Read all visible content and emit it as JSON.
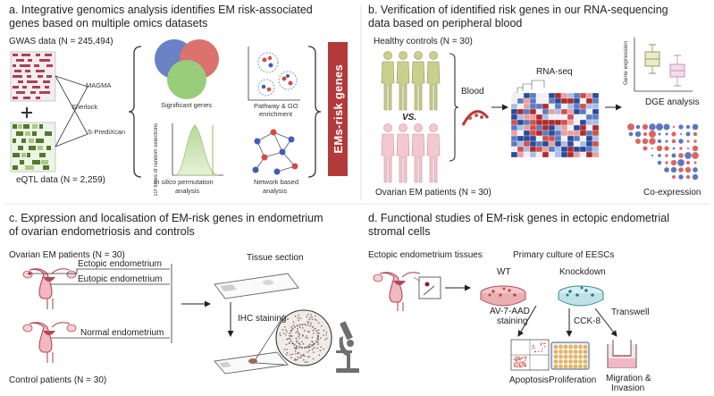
{
  "panel_a": {
    "title_line1": "a. Integrative genomics analysis identifies EM risk-associated",
    "title_line2": "genes based on multiple omics datasets",
    "gwas_label": "GWAS data (N = 245,494)",
    "eqtl_label": "eQTL data (N = 2,259)",
    "methods": [
      "MAGMA",
      "Sherlock",
      "S-PrediXcan"
    ],
    "significant_genes": "Significant genes",
    "permutation_axis": "10³ times of random selections",
    "permutation_label_italic": "In silico",
    "permutation_label_rest": " permutation",
    "permutation_label_line2": "analysis",
    "pathway_line1": "Pathway & GO",
    "pathway_line2": "enrichment",
    "network_line1": "Network based",
    "network_line2": "analysis",
    "risk_genes": "EMs-risk genes"
  },
  "panel_b": {
    "title_line1": "b. Verification of identified risk genes in our RNA-sequencing",
    "title_line2": "data based on peripheral blood",
    "healthy_label": "Healthy controls (N = 30)",
    "vs_label": "VS.",
    "patients_label": "Ovarian EM patients (N = 30)",
    "blood_label": "Blood",
    "rnaseq_label": "RNA-seq",
    "gene_expression_axis": "Gene expression",
    "dge_label": "DGE analysis",
    "coexpression_label": "Co-expression"
  },
  "panel_c": {
    "title_line1": "c. Expression and localisation of EM-risk genes in endometrium",
    "title_line2": "of ovarian endometriosis and controls",
    "patients_label": "Ovarian EM patients (N = 30)",
    "ectopic_label": "Ectopic endometrium",
    "eutopic_label": "Eutopic endometrium",
    "normal_label": "Normal endometrium",
    "control_label": "Control patients (N = 30)",
    "tissue_label": "Tissue section",
    "ihc_label": "IHC staining"
  },
  "panel_d": {
    "title_line1": "d. Functional studies of EM-risk genes in ectopic endometrial",
    "title_line2": "stromal cells",
    "tissues_label": "Ectopic endometrium tissues",
    "primary_label": "Primary culture of EESCs",
    "wt_label": "WT",
    "knockdown_label": "Knockdown",
    "staining_line1": "AV-7-AAD",
    "staining_line2": "staining",
    "cck8_label": "CCK-8",
    "transwell_label": "Transwell",
    "apoptosis_label": "Apoptosis",
    "proliferation_label": "Proliferation",
    "migration_line1": "Migration &",
    "migration_line2": "Invasion"
  },
  "colors": {
    "risk_box": "#b23a3a",
    "gwas_red": "#a8415a",
    "eqtl_green": "#4f7a2a",
    "healthy_fill": "#c9cf8d",
    "patient_fill": "#f2c9cf",
    "venn_blue": "#3e5fb5",
    "venn_red": "#d24b45",
    "venn_green": "#7cbf55"
  }
}
